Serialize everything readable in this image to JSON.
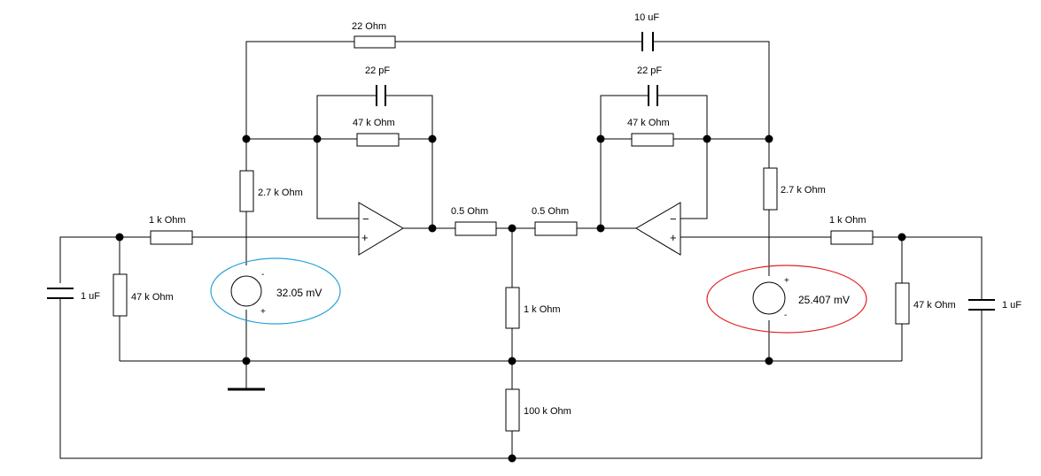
{
  "labels": {
    "r_top": "22  Ohm",
    "c_top": "10 uF",
    "c_fb_left": "22 pF",
    "c_fb_right": "22 pF",
    "r_fb_left": "47 k Ohm",
    "r_fb_right": "47 k Ohm",
    "r_left_vert": "2.7 k Ohm",
    "r_right_vert": "2.7 k Ohm",
    "r_in_left": "1 k Ohm",
    "r_in_right": "1 k Ohm",
    "r_mid_left": "0.5  Ohm",
    "r_mid_right": "0.5  Ohm",
    "r_center": "1 k Ohm",
    "r_bottom": "100 k Ohm",
    "r_shunt_left": "47 k Ohm",
    "r_shunt_right": "47 k Ohm",
    "c_left": "1 uF",
    "c_right": "1 uF"
  },
  "opamp_signs": {
    "minus": "−",
    "plus": "+"
  },
  "meters": {
    "left": {
      "value": "32.05 mV",
      "sign_top": "-",
      "sign_bottom": "+",
      "highlight_color": "#2aa3d8"
    },
    "right": {
      "value": "25.407 mV",
      "sign_top": "+",
      "sign_bottom": "-",
      "highlight_color": "#e02020"
    }
  }
}
